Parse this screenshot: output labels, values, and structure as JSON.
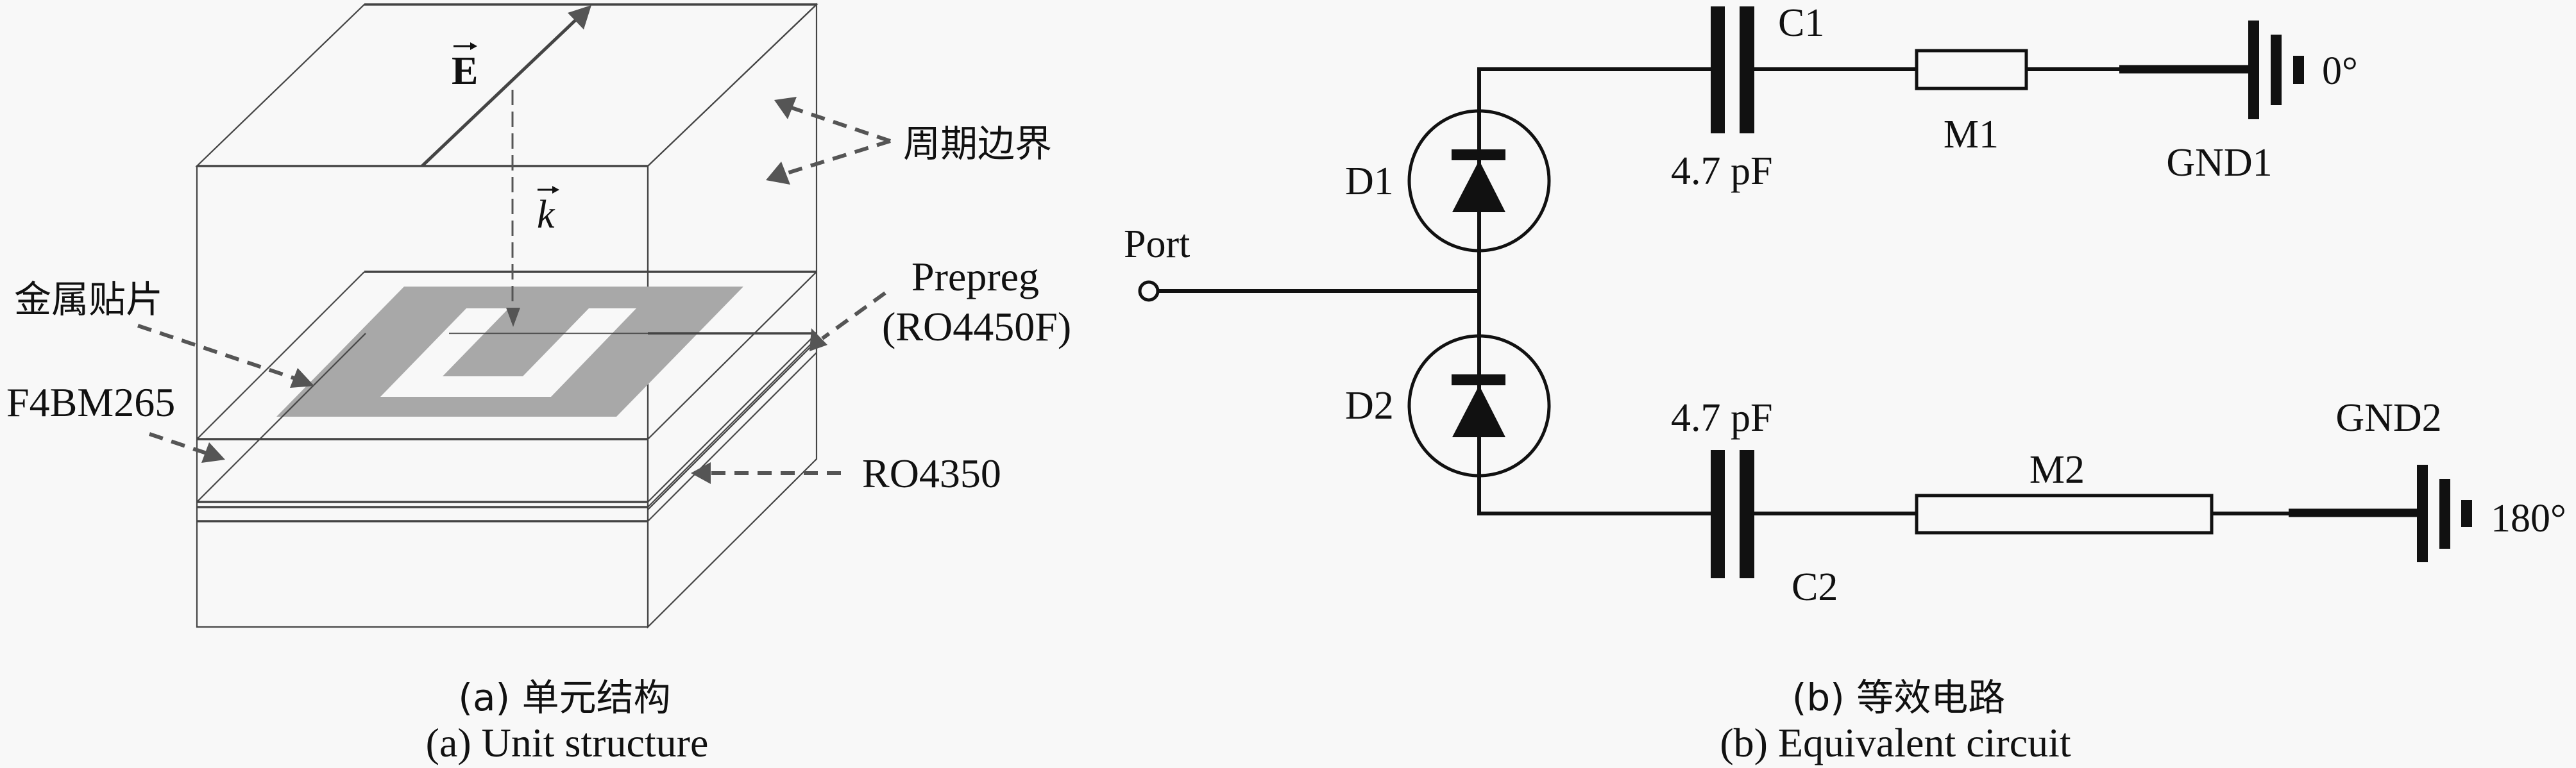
{
  "figure": {
    "panel_a": {
      "caption_cn": "(a) 单元结构",
      "caption_en": "(a) Unit structure",
      "field_labels": {
        "E": "E",
        "k": "k"
      },
      "labels": {
        "periodic_boundary": "周期边界",
        "metal_patch": "金属贴片",
        "prepreg_line1": "Prepreg",
        "prepreg_line2": "(RO4450F)",
        "substrate_top": "F4BM265",
        "substrate_bottom": "RO4350"
      },
      "colors": {
        "patch": "#a8a8a8",
        "annotation_arrow": "#555555",
        "outline": "#444444"
      }
    },
    "panel_b": {
      "caption_cn": "(b) 等效电路",
      "caption_en": "(b) Equivalent circuit",
      "port_label": "Port",
      "diodes": [
        {
          "name": "D1"
        },
        {
          "name": "D2"
        }
      ],
      "capacitors": [
        {
          "name": "C1",
          "value": "4.7 pF"
        },
        {
          "name": "C2",
          "value": "4.7 pF"
        }
      ],
      "lines": [
        {
          "name": "M1"
        },
        {
          "name": "M2"
        }
      ],
      "grounds": [
        {
          "name": "GND1",
          "phase": "0°"
        },
        {
          "name": "GND2",
          "phase": "180°"
        }
      ]
    }
  }
}
